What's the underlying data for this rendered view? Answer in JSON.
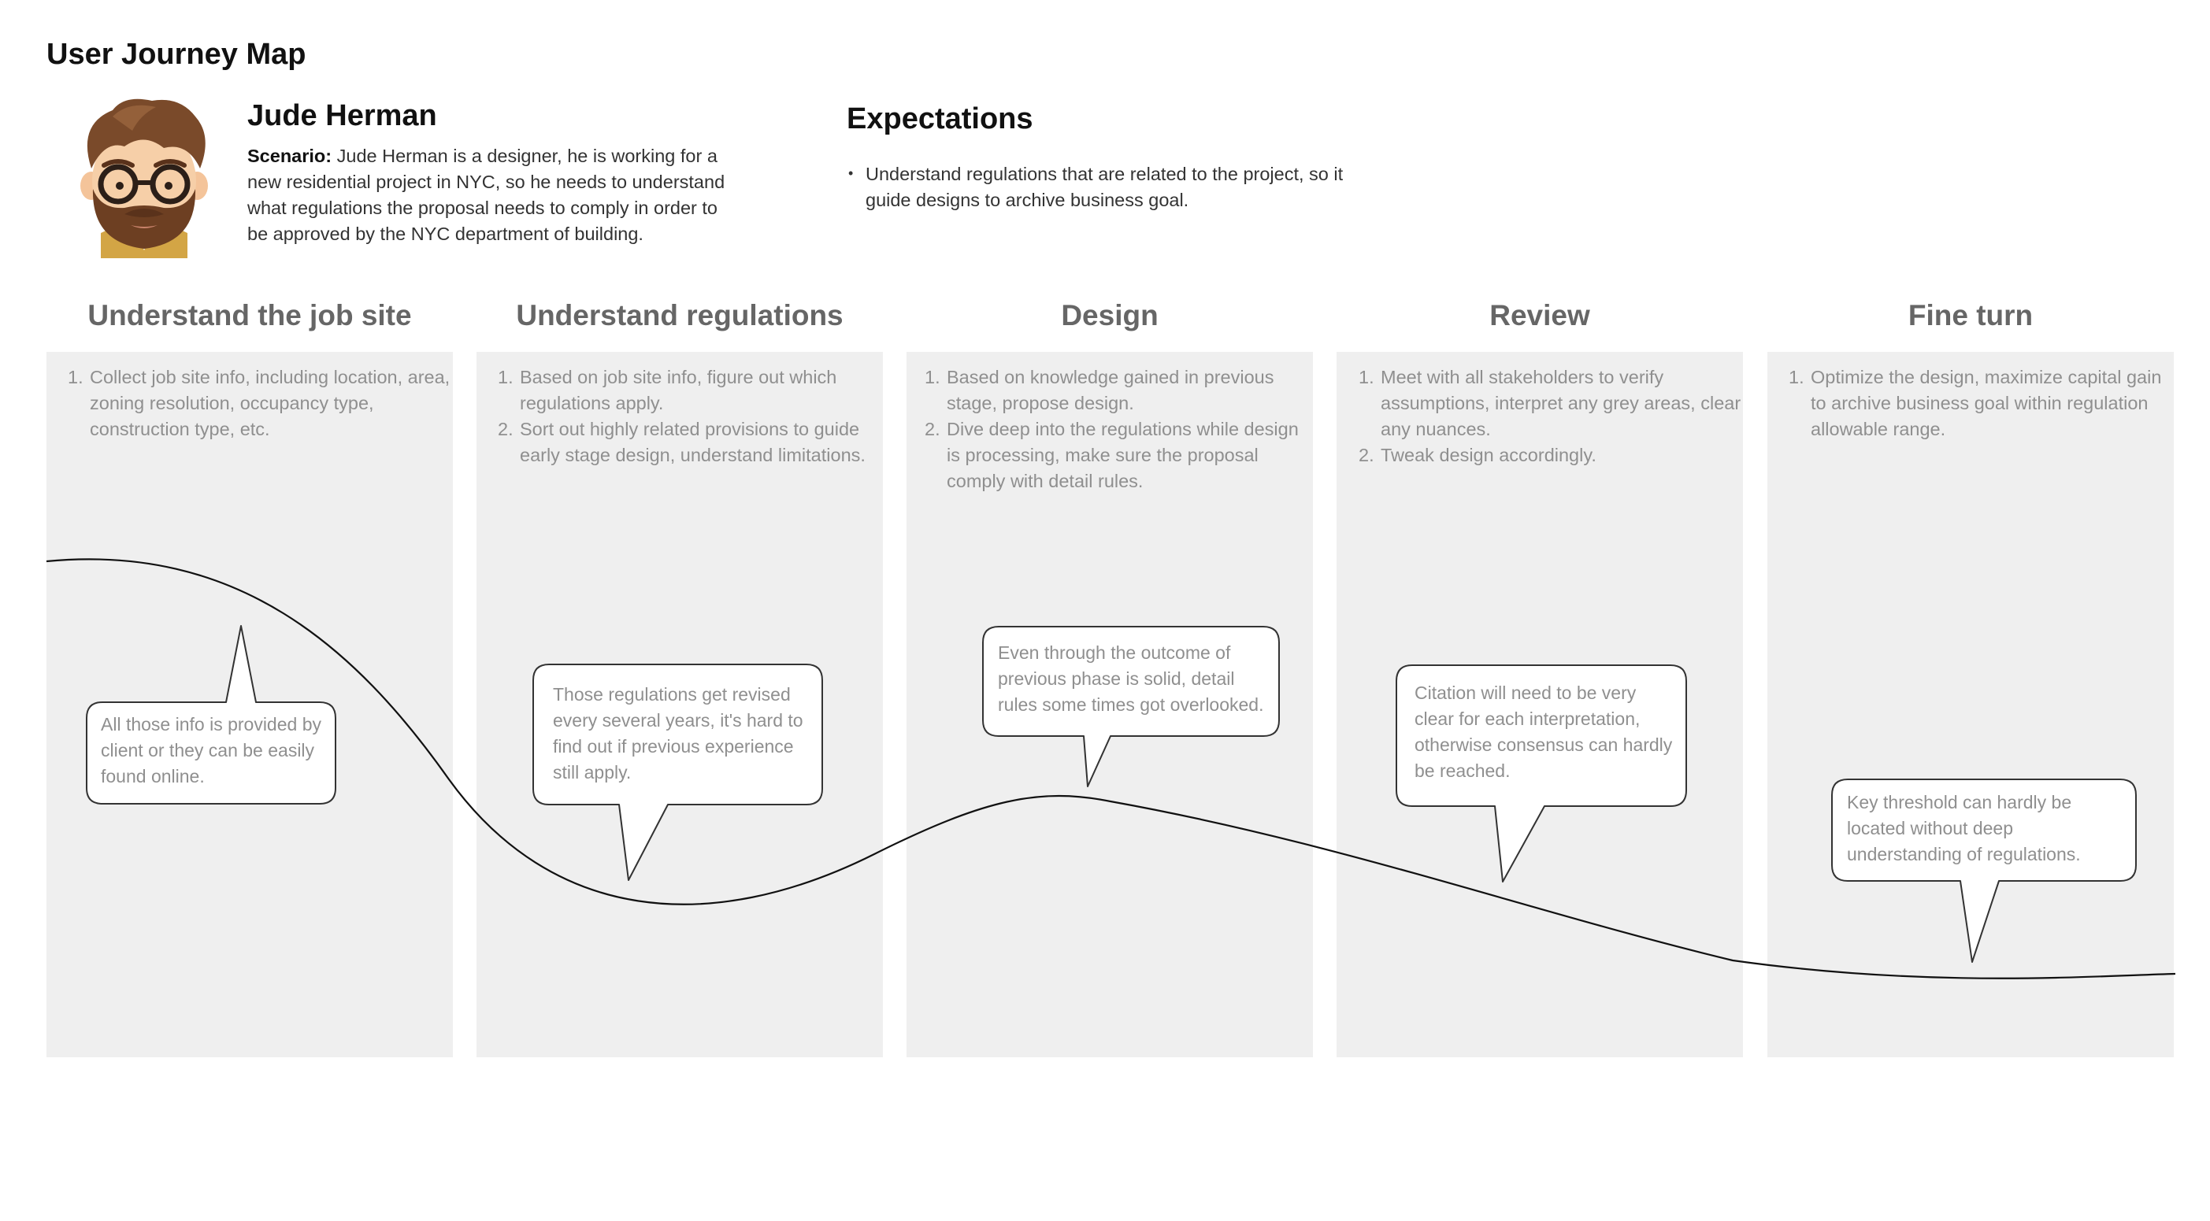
{
  "page": {
    "title": "User Journey Map"
  },
  "persona": {
    "name": "Jude Herman",
    "scenario_label": "Scenario:",
    "scenario_text": " Jude Herman is a designer, he is working for a new residential project in NYC, so he needs to understand what regulations the proposal needs to comply in order to be approved by the NYC department of building."
  },
  "expectations": {
    "title": "Expectations",
    "items": [
      "Understand regulations that are related to the project, so it guide designs to archive business goal."
    ]
  },
  "stages": [
    {
      "title": "Understand the job site",
      "steps": [
        "Collect job site info, including location, area, zoning resolution, occupancy type, construction type, etc."
      ],
      "comment": "All those info is provided by client or they can be easily found online."
    },
    {
      "title": "Understand regulations",
      "steps": [
        "Based on job site info, figure out which regulations apply.",
        "Sort out highly related provisions to guide early stage design, understand limitations."
      ],
      "comment": "Those regulations get revised every several years, it's hard to find out if previous experience still apply."
    },
    {
      "title": "Design",
      "steps": [
        "Based on knowledge gained in previous stage, propose design.",
        "Dive deep into the regulations while design is processing, make sure the proposal comply with detail rules."
      ],
      "comment": "Even through the outcome of previous phase is solid, detail rules some times got overlooked."
    },
    {
      "title": "Review",
      "steps": [
        "Meet with all stakeholders to verify assumptions, interpret any grey areas, clear any nuances.",
        "Tweak design accordingly."
      ],
      "comment": "Citation will need to be very clear for each interpretation, otherwise consensus can hardly be reached."
    },
    {
      "title": "Fine turn",
      "steps": [
        "Optimize the design, maximize capital gain to archive business goal within regulation allowable range."
      ],
      "comment": "Key threshold can hardly be located without deep understanding of regulations."
    }
  ],
  "colors": {
    "column_bg": "#efefef",
    "stage_title": "#666666",
    "muted_text": "#8f8f8f",
    "curve": "#111111"
  },
  "icons": {
    "avatar": "bearded-man-with-glasses-avatar"
  }
}
